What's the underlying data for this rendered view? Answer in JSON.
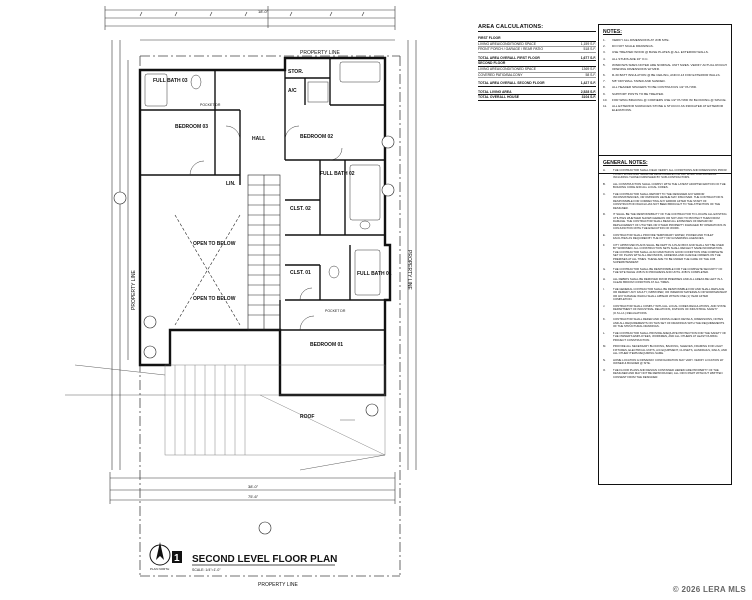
{
  "plan": {
    "title": "SECOND LEVEL FLOOR PLAN",
    "scale": "SCALE: 1/4\"=1'-0\"",
    "sheet_number": "1",
    "north_label": "PLAN NORTH",
    "property_line_top": "PROPERTY LINE",
    "property_line_bottom": "PROPERTY LINE",
    "property_line_left": "PROPERTY LINE",
    "property_line_right": "PROPERTY LINE",
    "rooms": {
      "full_bath_03": "FULL BATH 03",
      "bedroom_03": "BEDROOM 03",
      "hall": "HALL",
      "bedroom_02": "BEDROOM 02",
      "full_bath_02": "FULL BATH 02",
      "stor": "STOR.",
      "ac": "A/C",
      "lin": "LIN.",
      "clst_02": "CLST. 02",
      "clst_01": "CLST. 01",
      "open_below_1": "OPEN TO BELOW",
      "open_below_2": "OPEN TO BELOW",
      "full_bath_01": "FULL BATH 01",
      "bedroom_01": "BEDROOM 01",
      "roof": "ROOF",
      "pocket_dr_1": "POCKET DR",
      "pocket_dr_2": "POCKET DR"
    },
    "dims": {
      "top_overall": "18'-0\"",
      "bottom_overall": "38'-0\"",
      "bottom_overall_2": "75'-6\""
    }
  },
  "area": {
    "title": "AREA CALCULATIONS:",
    "rows": [
      {
        "label": "FIRST FLOOR",
        "value": "",
        "style": "b"
      },
      {
        "label": "LIVING AREA/CONDITIONED SPACE",
        "value": "1,159 S.F.",
        "style": ""
      },
      {
        "label": "FRONT PORCH / GARAGE / REAR PATIO",
        "value": "518 S.F.",
        "style": ""
      },
      {
        "label": "TOTAL AREA OVERALL FIRST FLOOR",
        "value": "1,677 S.F.",
        "style": "b sp"
      },
      {
        "label": "SECOND FLOOR",
        "value": "",
        "style": "b"
      },
      {
        "label": "LIVING AREA/CONDITIONED SPACE",
        "value": "1369 S.F.",
        "style": ""
      },
      {
        "label": "COVERED PATIO/BALCONY",
        "value": "58 S.F.",
        "style": ""
      },
      {
        "label": "TOTAL AREA OVERALL SECOND FLOOR",
        "value": "1,427 S.F.",
        "style": "b sp"
      },
      {
        "label": "TOTAL LIVING AREA",
        "value": "2,528 S.F.",
        "style": "b sp"
      },
      {
        "label": "TOTAL OVERALL HOUSE",
        "value": "3104 S.F.",
        "style": "b"
      }
    ]
  },
  "notes": {
    "title": "NOTES:",
    "items": [
      {
        "n": "1.",
        "t": "VERIFY ALL DIMENSIONS AT JOB SITE."
      },
      {
        "n": "2.",
        "t": "DO NOT SCALE DRAWINGS."
      },
      {
        "n": "3.",
        "t": "USE TREATED WOOD @ BASE PLATES @ ALL EXTERIOR WALLS."
      },
      {
        "n": "4.",
        "t": "ALL STUDS ARE 16\" O.C."
      },
      {
        "n": "5.",
        "t": "WINDOWS SIZES NOTED ARE NOMINAL UNIT SIZES. VERIFY ACTUAL ROUGH OPENING DIMENSIONS W/ MFR."
      },
      {
        "n": "6.",
        "t": "R-30 BATT INSULATION @ BE CEILING, AND R-13 FOR EXTERIOR WALLS."
      },
      {
        "n": "7.",
        "t": "5/8\" DRYWALL TAPED AND SANDED."
      },
      {
        "n": "8.",
        "t": "ALL HEADER SPACERS TO BE CONTINUOUS 1/2\" PLYWD."
      },
      {
        "n": "9.",
        "t": "SUPPORT POSTS TO BE TREATED."
      },
      {
        "n": "10.",
        "t": "FOR WING BRACING @ CORNERS USE 1/2\" PLYWD W/ BLOCKING @ SPLICE."
      },
      {
        "n": "11.",
        "t": "ALL EXTERIOR SURFACES STONE & STUCCO AS INDICATED AT EXTERIOR ELEVATIONS."
      }
    ]
  },
  "general_notes": {
    "title": "GENERAL NOTES:",
    "items": [
      {
        "n": "A.",
        "t": "THE CONTRACTOR SHALL FIELD VERIFY ALL CONDITIONS AND DIMENSIONS PRIOR TO ANY WORK AND SHALL BE RESPONSIBLE FOR ALL WORK AND MATERIAL INCLUDING THOSE FURNISHED BY SUB-CONTRACTORS."
      },
      {
        "n": "B.",
        "t": "ALL CONSTRUCTION SHALL COMPLY WITH THE LATEST ADOPTED EDITION OF THE BUILDING CODE AND ALL LOCAL CODES."
      },
      {
        "n": "C.",
        "t": "THE CONTRACTOR SHALL REPORT TO THE DESIGNER ANY ERROR INCONSISTENCIES, OR OMISSION HE/SHE MAY DISCOVER. THE CONTRACTOR IS RESPONSIBLE FOR CORRECTING ANY ERROR AFTER THE START OF CONSTRUCTION WHICH HAS NOT BEEN BROUGHT TO THE ATTENTION OF THE DESIGNER."
      },
      {
        "n": "D.",
        "t": "IT SHALL BE THE RESPONSIBILITY OF THE CONTRACTOR TO LOCATE ALL EXISTING UTILITIES WHETHER SHOWN HEREON OR NOT AND TO PROTECT THEM FROM DAMAGE. THE CONTRACTOR SHALL BEAR ALL EXPENSES OF REPAIR OR REPLACEMENT OF UTILITIES OR OTHER PROPERTY DAMAGED BY OPERATIONS IN CONJUNCTION WITH THE EXECUTION OF WORK."
      },
      {
        "n": "E.",
        "t": "CONTRACTOR SHALL PROVIDE TEMPORARY WATER, POWER AND TOILET FACILITIES AS REQUIRED BY THE CITY OR GOVERNING AGENCIES."
      },
      {
        "n": "F.",
        "t": "CITY APPROVED PLANS SHALL BE KEPT IN A PLAN BOX AND SHALL NOT BE USED BY WORKMEN. ALL CONSTRUCTION SETS SHALL REFLECT SAME INFORMATION. THE CONTRACTOR SHALL ALSO MAINTAIN IN GOOD CONDITION ONE COMPLETE SET OF PLANS WITH ALL REVISIONS, ADDENDA AND CHANGE ORDERS ON THE PREMISES AT ALL TIMES. THESE ARE TO BE UNDER THE CARE OF THE JOB SUPERINTENDENT."
      },
      {
        "n": "G.",
        "t": "THE CONTRACTOR SHALL BE RESPONSIBLE FOR THE COMPLETE SECURITY OF THE SITE WHILE JOB IS IN PROGRESS AND UNTIL JOB IS COMPLETED."
      },
      {
        "n": "H.",
        "t": "ALL DEBRIS SHALL BE REMOVED FROM PREMISES AND ALL AREAS BE LEFT IN A CLEAN BROOM CONDITION AT ALL TIMES."
      },
      {
        "n": "I.",
        "t": "THE GENERAL CONTRACTOR SHALL BE RESPONSIBLE FOR AND SHALL REPLACE OR REMEDY ANY FAULTY, IMPROPER, OR INFERIOR MATERIALS OR WORKMANSHIP OR ANY DAMAGE WHICH SHALL APPEAR WITHIN ONE (1) YEAR AFTER COMPLETION."
      },
      {
        "n": "J.",
        "t": "CONTRACTOR SHALL COMPLY WITH ALL LOCAL CODES REGULATIONS, AND STATE DEPARTMENT OF INDUSTRIAL RELATIONS, DIVISION OF INDUSTRIAL SAFETY (O.S.H.A.) REGULATIONS."
      },
      {
        "n": "K.",
        "t": "CONTRACTOR SHALL REFER AND CROSS-CHECK DETAILS, DIMENSIONS, NOTES AND ALL REQUIREMENTS ON THIS SET OF DRAWINGS WITH THE REQUIREMENTS OF THE STRUCTURAL DRAWINGS."
      },
      {
        "n": "L.",
        "t": "THE CONTRACTOR SHALL PROVIDE ADEQUATE PROTECTION FOR THE SAFETY OF THE OWNER'S EMPLOYEES, WORKMEN, AND ALL OTHERS AT LEAST DURING PROJECT CONSTRUCTION."
      },
      {
        "n": "M.",
        "t": "PROVIDE ALL NECESSARY BLOCKING, BACKING, SLEEVES, FRAMING FOR LIGHT FIXTURES, ELECTRICAL UNITS, A/C EQUIPMENT, CLOSETS, HANDRAILS, RAILS, AND ALL OTHER ITEMS REQUIRING SAME."
      },
      {
        "n": "N.",
        "t": "HOME LOCATION & DRIVEWAY CONFIGURATION MAY VARY. VERIFY LOCATION W/ OWNER & BUILDER @ SITE."
      },
      {
        "n": "O.",
        "t": "THE FLOOR PLANS AND DESIGN CONTAINED HEREIN ARE PROPERTY OF THE DESIGNER AND MAY NOT BE REPRODUCED, ALL OR IN PART WITHOUT WRITTEN CONSENT FROM THE DESIGNER."
      }
    ]
  },
  "footer": {
    "watermark": "© 2026 LERA MLS"
  }
}
